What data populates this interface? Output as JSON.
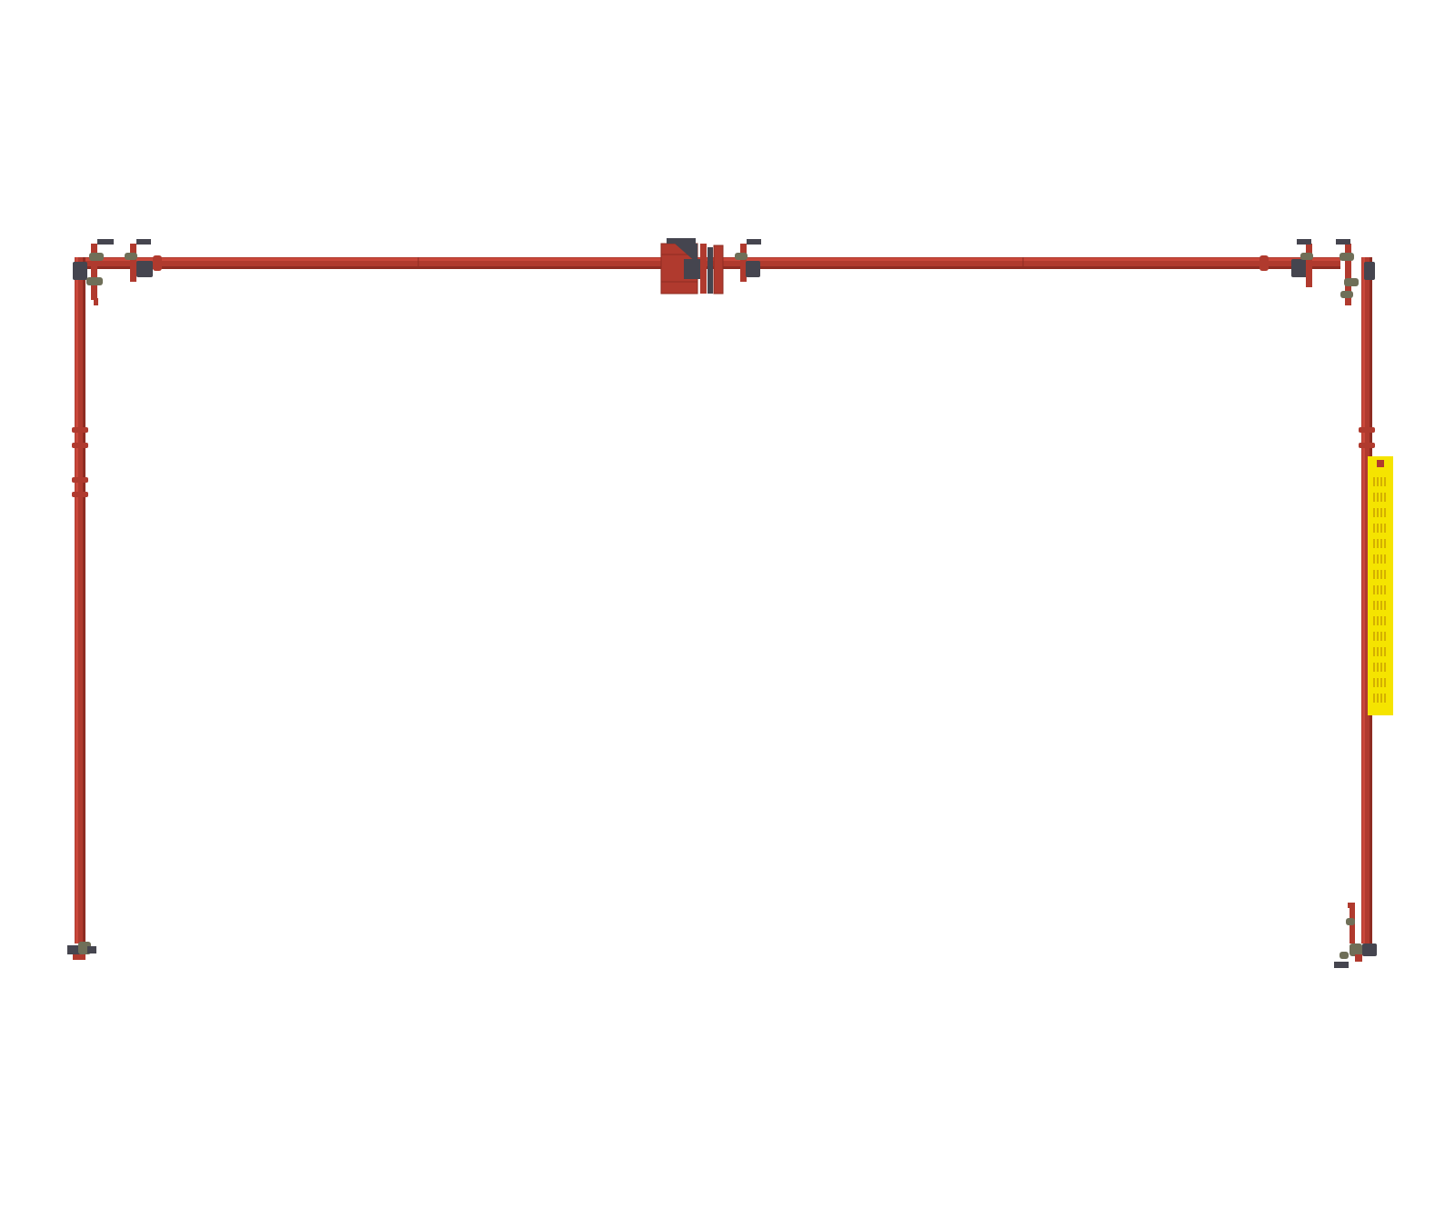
{
  "diagram": {
    "type": "pipe-frame-drawing",
    "colors": {
      "background": "#ffffff",
      "pipe": "#b03a2e",
      "pipe_highlight": "#c8473a",
      "pipe_shadow": "#8e2c22",
      "clamp_dark": "#45454f",
      "clamp_olive": "#6f6f58",
      "label_yellow": "#f5e400",
      "label_marks": "#d4b000"
    },
    "parts": {
      "top_beam": "top-pipe",
      "left_post": "left-pipe",
      "right_post": "right-pipe",
      "center_coupler": "center-coupler-block",
      "end_clamps": [
        "top-left-clamp",
        "top-right-clamp",
        "bottom-left-clamp",
        "bottom-right-clamp"
      ],
      "side_label": "yellow-label-panel"
    }
  }
}
